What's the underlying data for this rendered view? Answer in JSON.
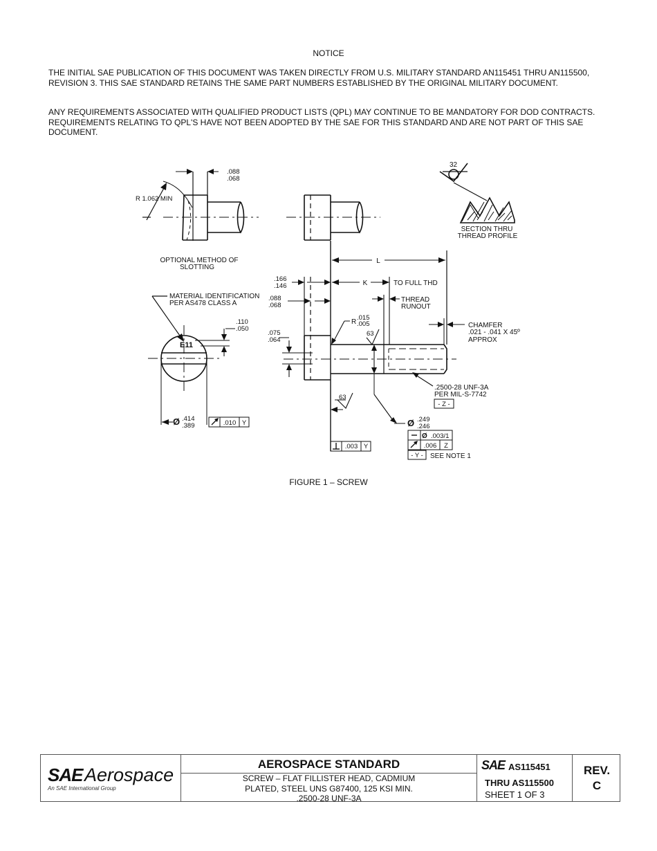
{
  "notice": {
    "title": "NOTICE",
    "paragraph1": "THE  INITIAL SAE PUBLICATION OF THIS DOCUMENT WAS TAKEN DIRECTLY FROM  U.S. MILITARY STANDARD AN115451 THRU AN115500, REVISION 3. THIS SAE STANDARD RETAINS THE SAME PART NUMBERS ESTABLISHED BY THE ORIGINAL MILITARY DOCUMENT.",
    "paragraph2": "ANY REQUIREMENTS ASSOCIATED WITH QUALIFIED PRODUCT LISTS (QPL) MAY CONTINUE TO BE MANDATORY FOR DOD CONTRACTS.  REQUIREMENTS RELATING TO QPL'S HAVE NOT BEEN ADOPTED BY THE SAE FOR THIS STANDARD AND ARE NOT PART OF THIS SAE DOCUMENT."
  },
  "figure": {
    "caption": "FIGURE 1 – SCREW",
    "slot_dim_hi": ".088",
    "slot_dim_lo": ".068",
    "radius_label": "R 1.062 MIN",
    "optional_method_1": "OPTIONAL METHOD OF",
    "optional_method_2": "SLOTTING",
    "finish_mark": "32",
    "section_1": "SECTION THRU",
    "section_2": "THREAD PROFILE",
    "length_L": "L",
    "length_K": "K",
    "to_full_thd": "TO FULL THD",
    "head_h_hi": ".166",
    "head_h_lo": ".146",
    "slot_w_hi": ".088",
    "slot_w_lo": ".068",
    "thread_runout_1": "THREAD",
    "thread_runout_2": "RUNOUT",
    "mat_id_1": "MATERIAL IDENTIFICATION",
    "mat_id_2": "PER AS478 CLASS A",
    "mark_e11": "E11",
    "depth_hi": ".110",
    "depth_lo": ".050",
    "fillet_r": "R",
    "fillet_hi": ".015",
    "fillet_lo": ".005",
    "chamfer_1": "CHAMFER",
    "chamfer_2": ".021 - .041 X 45º",
    "chamfer_3": "APPROX",
    "slot_d_hi": ".075",
    "slot_d_lo": ".064",
    "finish_63a": "63",
    "finish_63b": "63",
    "thread_spec_1": ".2500-28 UNF-3A",
    "thread_spec_2": "PER MIL-S-7742",
    "datum_z": "- Z -",
    "head_dia_hi": ".414",
    "head_dia_lo": ".389",
    "runout_tol": ".010",
    "datum_ref_y": "Y",
    "shank_dia_hi": ".249",
    "shank_dia_lo": ".246",
    "straight_tol": ".003/1",
    "runout_tol2": ".006",
    "datum_ref_z": "Z",
    "datum_y": "- Y -",
    "see_note": "SEE NOTE 1",
    "perp_tol": ".003",
    "perp_datum": "Y"
  },
  "title_block": {
    "logo_sae": "SAE",
    "logo_aerospace": "Aerospace",
    "logo_sub": "An SAE International Group",
    "standard_title": "AEROSPACE STANDARD",
    "desc_1": "SCREW – FLAT FILLISTER HEAD, CADMIUM",
    "desc_2": "PLATED, STEEL UNS G87400, 125 KSI MIN.",
    "desc_3": ".2500-28 UNF-3A",
    "doc_sae": "SAE",
    "doc_number": "AS115451",
    "doc_thru": "THRU AS115500",
    "sheet": "SHEET 1 OF 3",
    "rev_label": "REV.",
    "rev_value": "C"
  }
}
